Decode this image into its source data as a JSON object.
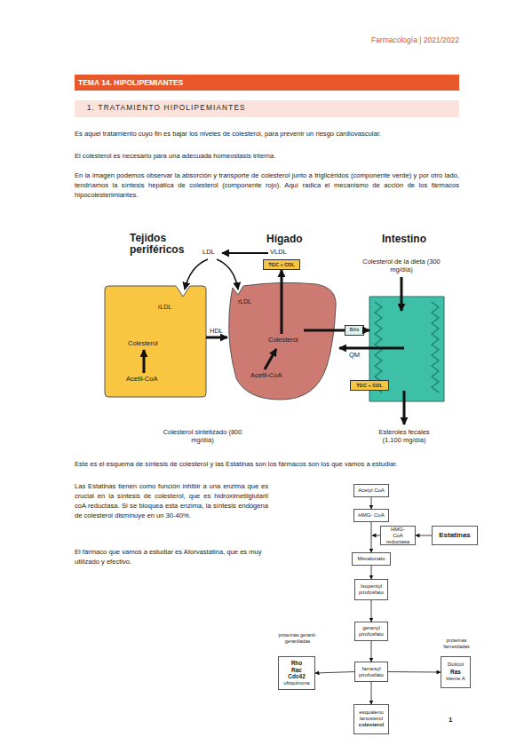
{
  "diagram": {
    "title": "TEMA 14. HIPOLIPEMIANTES",
    "nodes": [
      {
        "text": [
          "1. TRATAMIENTO HIPOLIPEMIANTES"
        ]
      },
      {
        "text": [
          "Tejidos periféricos",
          "rLDL",
          "Colesterol",
          "Acetil-CoA"
        ]
      },
      {
        "text": [
          "Hígado",
          "rLDL",
          "Colesterol",
          "Acetil-CoA"
        ]
      },
      {
        "text": [
          "TGC + COL"
        ]
      },
      {
        "text": [
          "Bilis"
        ]
      },
      {
        "text": [
          "Intestino",
          "Colesterol de la dieta (300 mg/día)"
        ]
      },
      {
        "text": [
          "TGC + COL"
        ]
      },
      {
        "text": [
          "Acetyl CoA"
        ]
      },
      {
        "text": [
          "HMG- CoA"
        ]
      },
      {
        "text": [
          "HMG- CoA reductasa"
        ]
      },
      {
        "text": [
          "Estatinas"
        ]
      },
      {
        "text": [
          "Mevalonato"
        ]
      },
      {
        "text": [
          "Isopentyl pirofosfato"
        ]
      },
      {
        "text": [
          "proteínas geranil-geraniladas",
          "Rho Rac Cdc42",
          "ubiquinona"
        ]
      },
      {
        "text": [
          "geranyl pirofosfato"
        ]
      },
      {
        "text": [
          "proteínas farnesiladas",
          "Dolicol",
          "Ras",
          "Heme A"
        ]
      },
      {
        "text": [
          "farnesyl pirofosfato"
        ]
      },
      {
        "text": [
          "esqualeno lanosterol",
          "colesterol"
        ]
      }
    ],
    "edges": [
      {
        "from": 1,
        "to": 2,
        "label": "HDL",
        "arrow": "to"
      },
      {
        "from": 2,
        "to": 3,
        "arrow": "to"
      },
      {
        "from": 2,
        "to": 4,
        "arrow": "none"
      },
      {
        "from": 4,
        "to": 5,
        "arrow": "to"
      },
      {
        "from": 5,
        "to": 2,
        "label": "QM",
        "arrow": "to"
      },
      {
        "from": 7,
        "to": 8,
        "arrow": "to"
      },
      {
        "from": 8,
        "to": 11,
        "arrow": "to"
      },
      {
        "from": 10,
        "to": 9,
        "arrow": "to"
      },
      {
        "from": 11,
        "to": 12,
        "arrow": "to"
      },
      {
        "from": 12,
        "to": 14,
        "arrow": "to"
      },
      {
        "from": 14,
        "to": 16,
        "arrow": "to"
      },
      {
        "from": 16,
        "to": 17,
        "arrow": "to"
      },
      {
        "from": 16,
        "to": 13,
        "arrow": "to"
      },
      {
        "from": 16,
        "to": 15,
        "arrow": "to"
      }
    ],
    "labels": [
      "Farmacología | 2021/2022",
      "Es aquel tratamiento cuyo fin es bajar los niveles de colesterol, para prevenir un riesgo cardiovascular.",
      "El colesterol es necesario para una adecuada homeostasis interna.",
      "En la imagen podemos observar la absorción y transporte de colesterol junto a triglicéridos (componente verde) y por otro lado, tendríamos la síntesis hepática de colesterol (componente rojo). Aquí radica el mecanismo de acción de los fármacos hipocolesterimiantes.",
      "LDL",
      "VLDL",
      "Colesterol sintetizado (800 mg/día)",
      "Esteroles fecales (1.100 mg/día)",
      "Este es el esquema de síntesis de colesterol y las Estatinas son los fármacos son los que vamos a estudiar.",
      "Las Estatinas tienen como función inhibir a una enzima que es crucial en la síntesis de colesterol, que es hidroximetilglutaril coA reductasa. Si se bloquea esta enzima, la síntesis endógena de colesterol disminuye en un 30-40%.",
      "El fármaco que vamos a estudiar es Atorvastatina, que es muy utilizado y efectivo.",
      "1"
    ]
  }
}
